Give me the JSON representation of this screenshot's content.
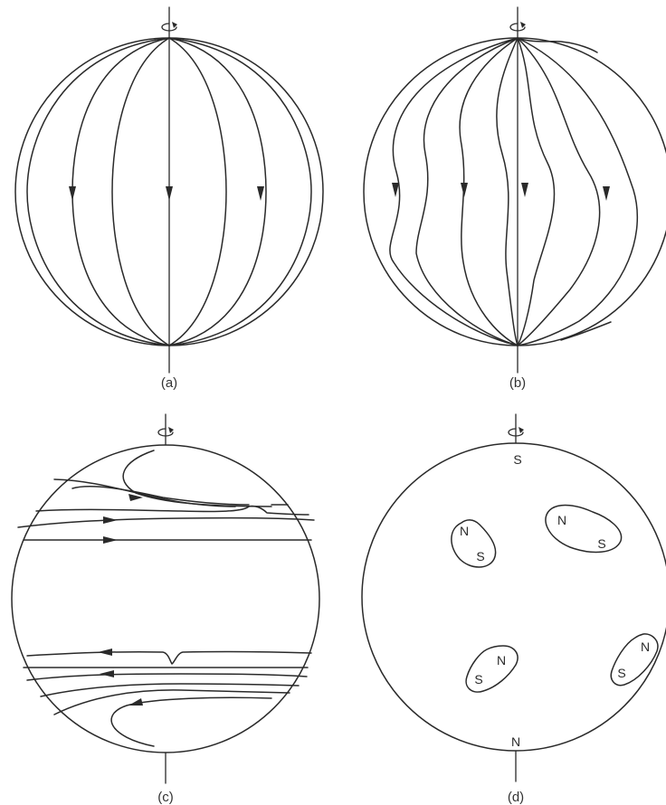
{
  "panels": [
    {
      "id": "a",
      "label": "(a)"
    },
    {
      "id": "b",
      "label": "(b)"
    },
    {
      "id": "c",
      "label": "(c)"
    },
    {
      "id": "d",
      "label": "(d)",
      "pole_top": "S",
      "pole_bottom": "N",
      "spots": [
        {
          "n": "N",
          "s": "S"
        },
        {
          "n": "N",
          "s": "S"
        },
        {
          "n": "N",
          "s": "S"
        },
        {
          "n": "N",
          "s": "S"
        }
      ]
    }
  ]
}
